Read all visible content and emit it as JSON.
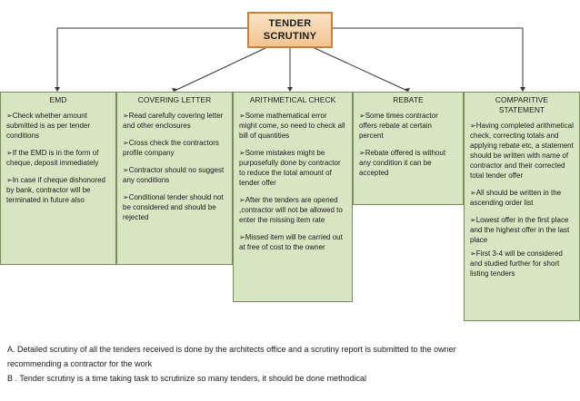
{
  "root": {
    "line1": "TENDER",
    "line2": "SCRUTINY"
  },
  "boxes": {
    "emd": {
      "title": "EMD",
      "items": [
        "➢Check whether amount submitted is as per tender conditions",
        "➢If the EMD is in the form of cheque,  deposit immediately",
        "➢In case if  cheque dishonored by bank, contractor will  be terminated in future also"
      ]
    },
    "covering": {
      "title": "COVERING LETTER",
      "items": [
        "➢Read carefully covering letter and other enclosures",
        "➢Cross check the contractors profile company",
        "➢Contractor should no suggest any conditions",
        "➢Conditional tender should not be considered and should be rejected"
      ]
    },
    "arith": {
      "title": "ARITHMETICAL CHECK",
      "items": [
        "➢Some mathematical error might come, so need to check all bill of quantities",
        "➢Some mistakes might be purposefully done by contractor to reduce the total amount of tender offer",
        "➢After the tenders are opened ,contractor will not be allowed to enter the missing item rate",
        "➢Missed item will be carried out at free of cost to the owner"
      ]
    },
    "rebate": {
      "title": "REBATE",
      "items": [
        "➢Some times contractor offers rebate at certain percent",
        "➢Rebate offered is without any condition it can be accepted"
      ]
    },
    "compare": {
      "title": "COMPARITIVE STATEMENT",
      "items": [
        "➢Having completed arithmetical check, correcting totals and applying rebate etc, a statement should be written with name of contractor and their corrected total tender offer",
        "➢All should be written in the ascending order list",
        "➢Lowest offer in the first place and the highest offer in the last place",
        "➢First 3-4 will be considered and studied further for short listing tenders"
      ]
    }
  },
  "notes": {
    "a_line1": "A. Detailed scrutiny of all the tenders received is done by the architects office and a scrutiny report is submitted to the owner",
    "a_line2": "recommending a contractor for the work",
    "b": "B . Tender scrutiny is a time taking task to scrutinize so many tenders, it should be done methodical"
  },
  "colors": {
    "root_fill": "#f2c490",
    "root_border": "#c7833e",
    "box_fill": "#d8e5c3",
    "box_border": "#7a8c5e"
  }
}
